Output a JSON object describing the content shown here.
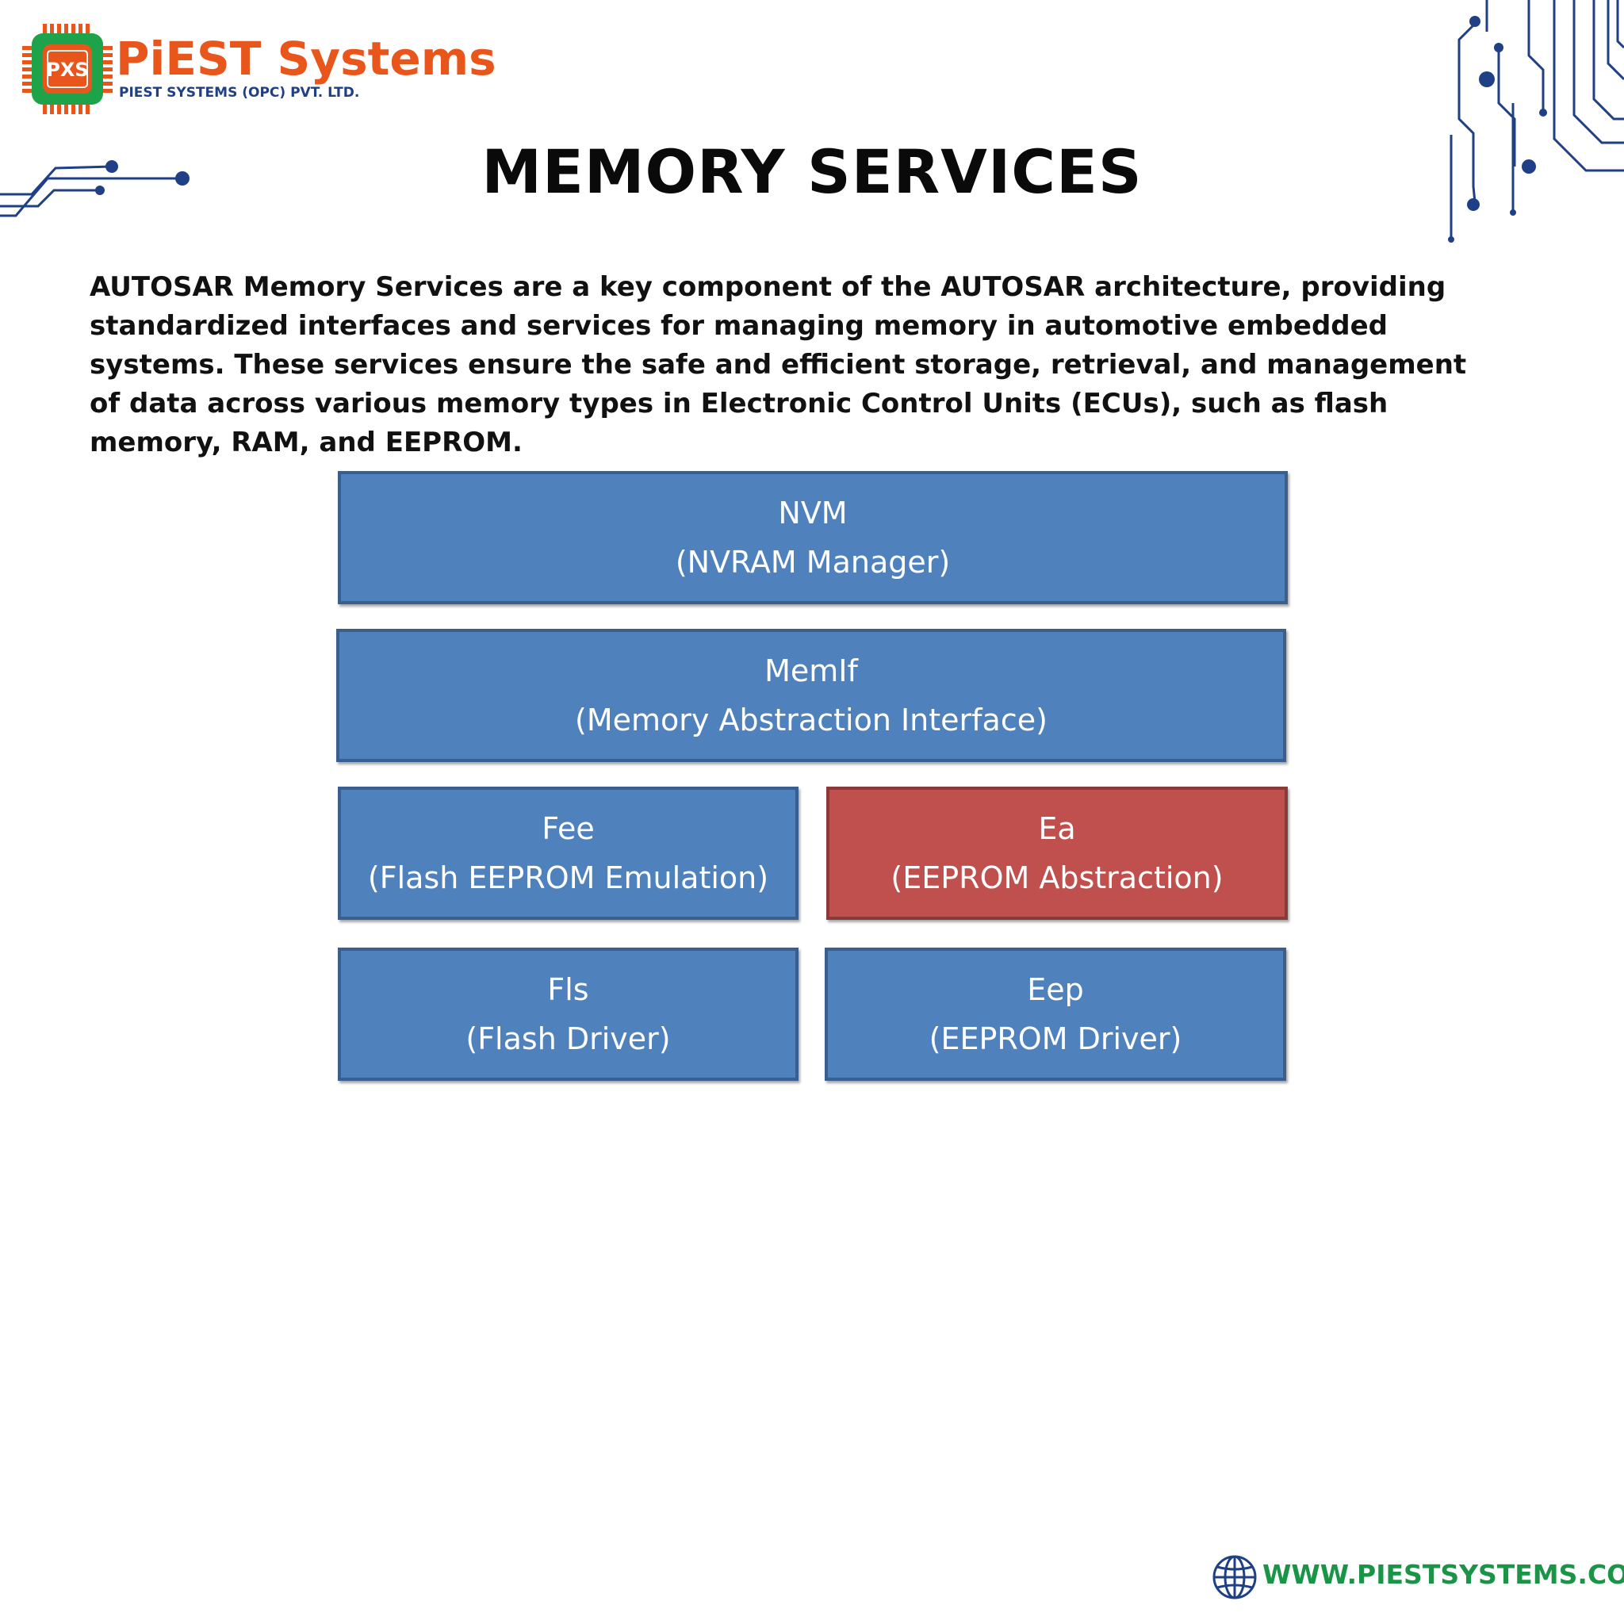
{
  "brand": {
    "name": "PiEST Systems",
    "subtitle": "PIEST SYSTEMS (OPC) PVT. LTD.",
    "chip_letters": "PXS",
    "colors": {
      "orange": "#e8561c",
      "green": "#1fa34a",
      "navy": "#1f3f86"
    }
  },
  "title": "MEMORY SERVICES",
  "intro": "AUTOSAR Memory Services are a key component of the AUTOSAR architecture, providing standardized interfaces and services for managing memory in automotive embedded systems. These services ensure the safe and efficient storage, retrieval, and management of data across various memory types in Electronic Control Units (ECUs), such as flash memory, RAM, and EEPROM.",
  "diagram": {
    "colors": {
      "block": "#4f81bd",
      "highlight": "#c0504d"
    },
    "blocks": {
      "nvm": {
        "name": "NVM",
        "desc": "(NVRAM Manager)"
      },
      "memif": {
        "name": "MemIf",
        "desc": "(Memory Abstraction Interface)"
      },
      "fee": {
        "name": "Fee",
        "desc": "(Flash EEPROM Emulation)"
      },
      "ea": {
        "name": "Ea",
        "desc": "(EEPROM Abstraction)"
      },
      "fls": {
        "name": "Fls",
        "desc": "(Flash Driver)"
      },
      "eep": {
        "name": "Eep",
        "desc": "(EEPROM Driver)"
      }
    }
  },
  "footer": {
    "website": "WWW.PIESTSYSTEMS.COM",
    "icon": "globe-icon"
  }
}
